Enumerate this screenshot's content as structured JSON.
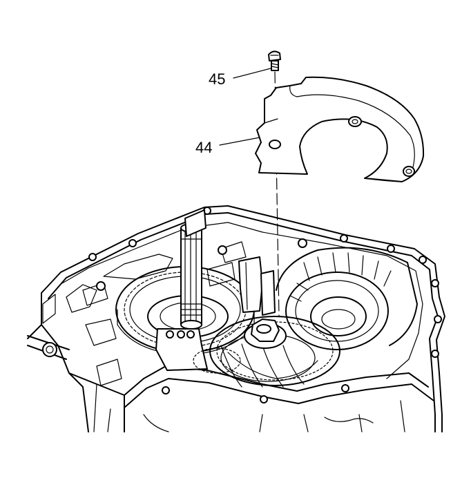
{
  "callouts": {
    "bolt": "45",
    "cover": "44"
  },
  "parts": {
    "bolt": "bolt",
    "cover": "cover-shield",
    "case": "transaxle-case",
    "input_shaft": "input-shaft",
    "ring_gear": "planetary-ring-gear",
    "differential_gear": "differential-gear",
    "bearing_bore": "bearing-bore"
  },
  "colors": {
    "line": "#000000",
    "background": "#ffffff"
  }
}
